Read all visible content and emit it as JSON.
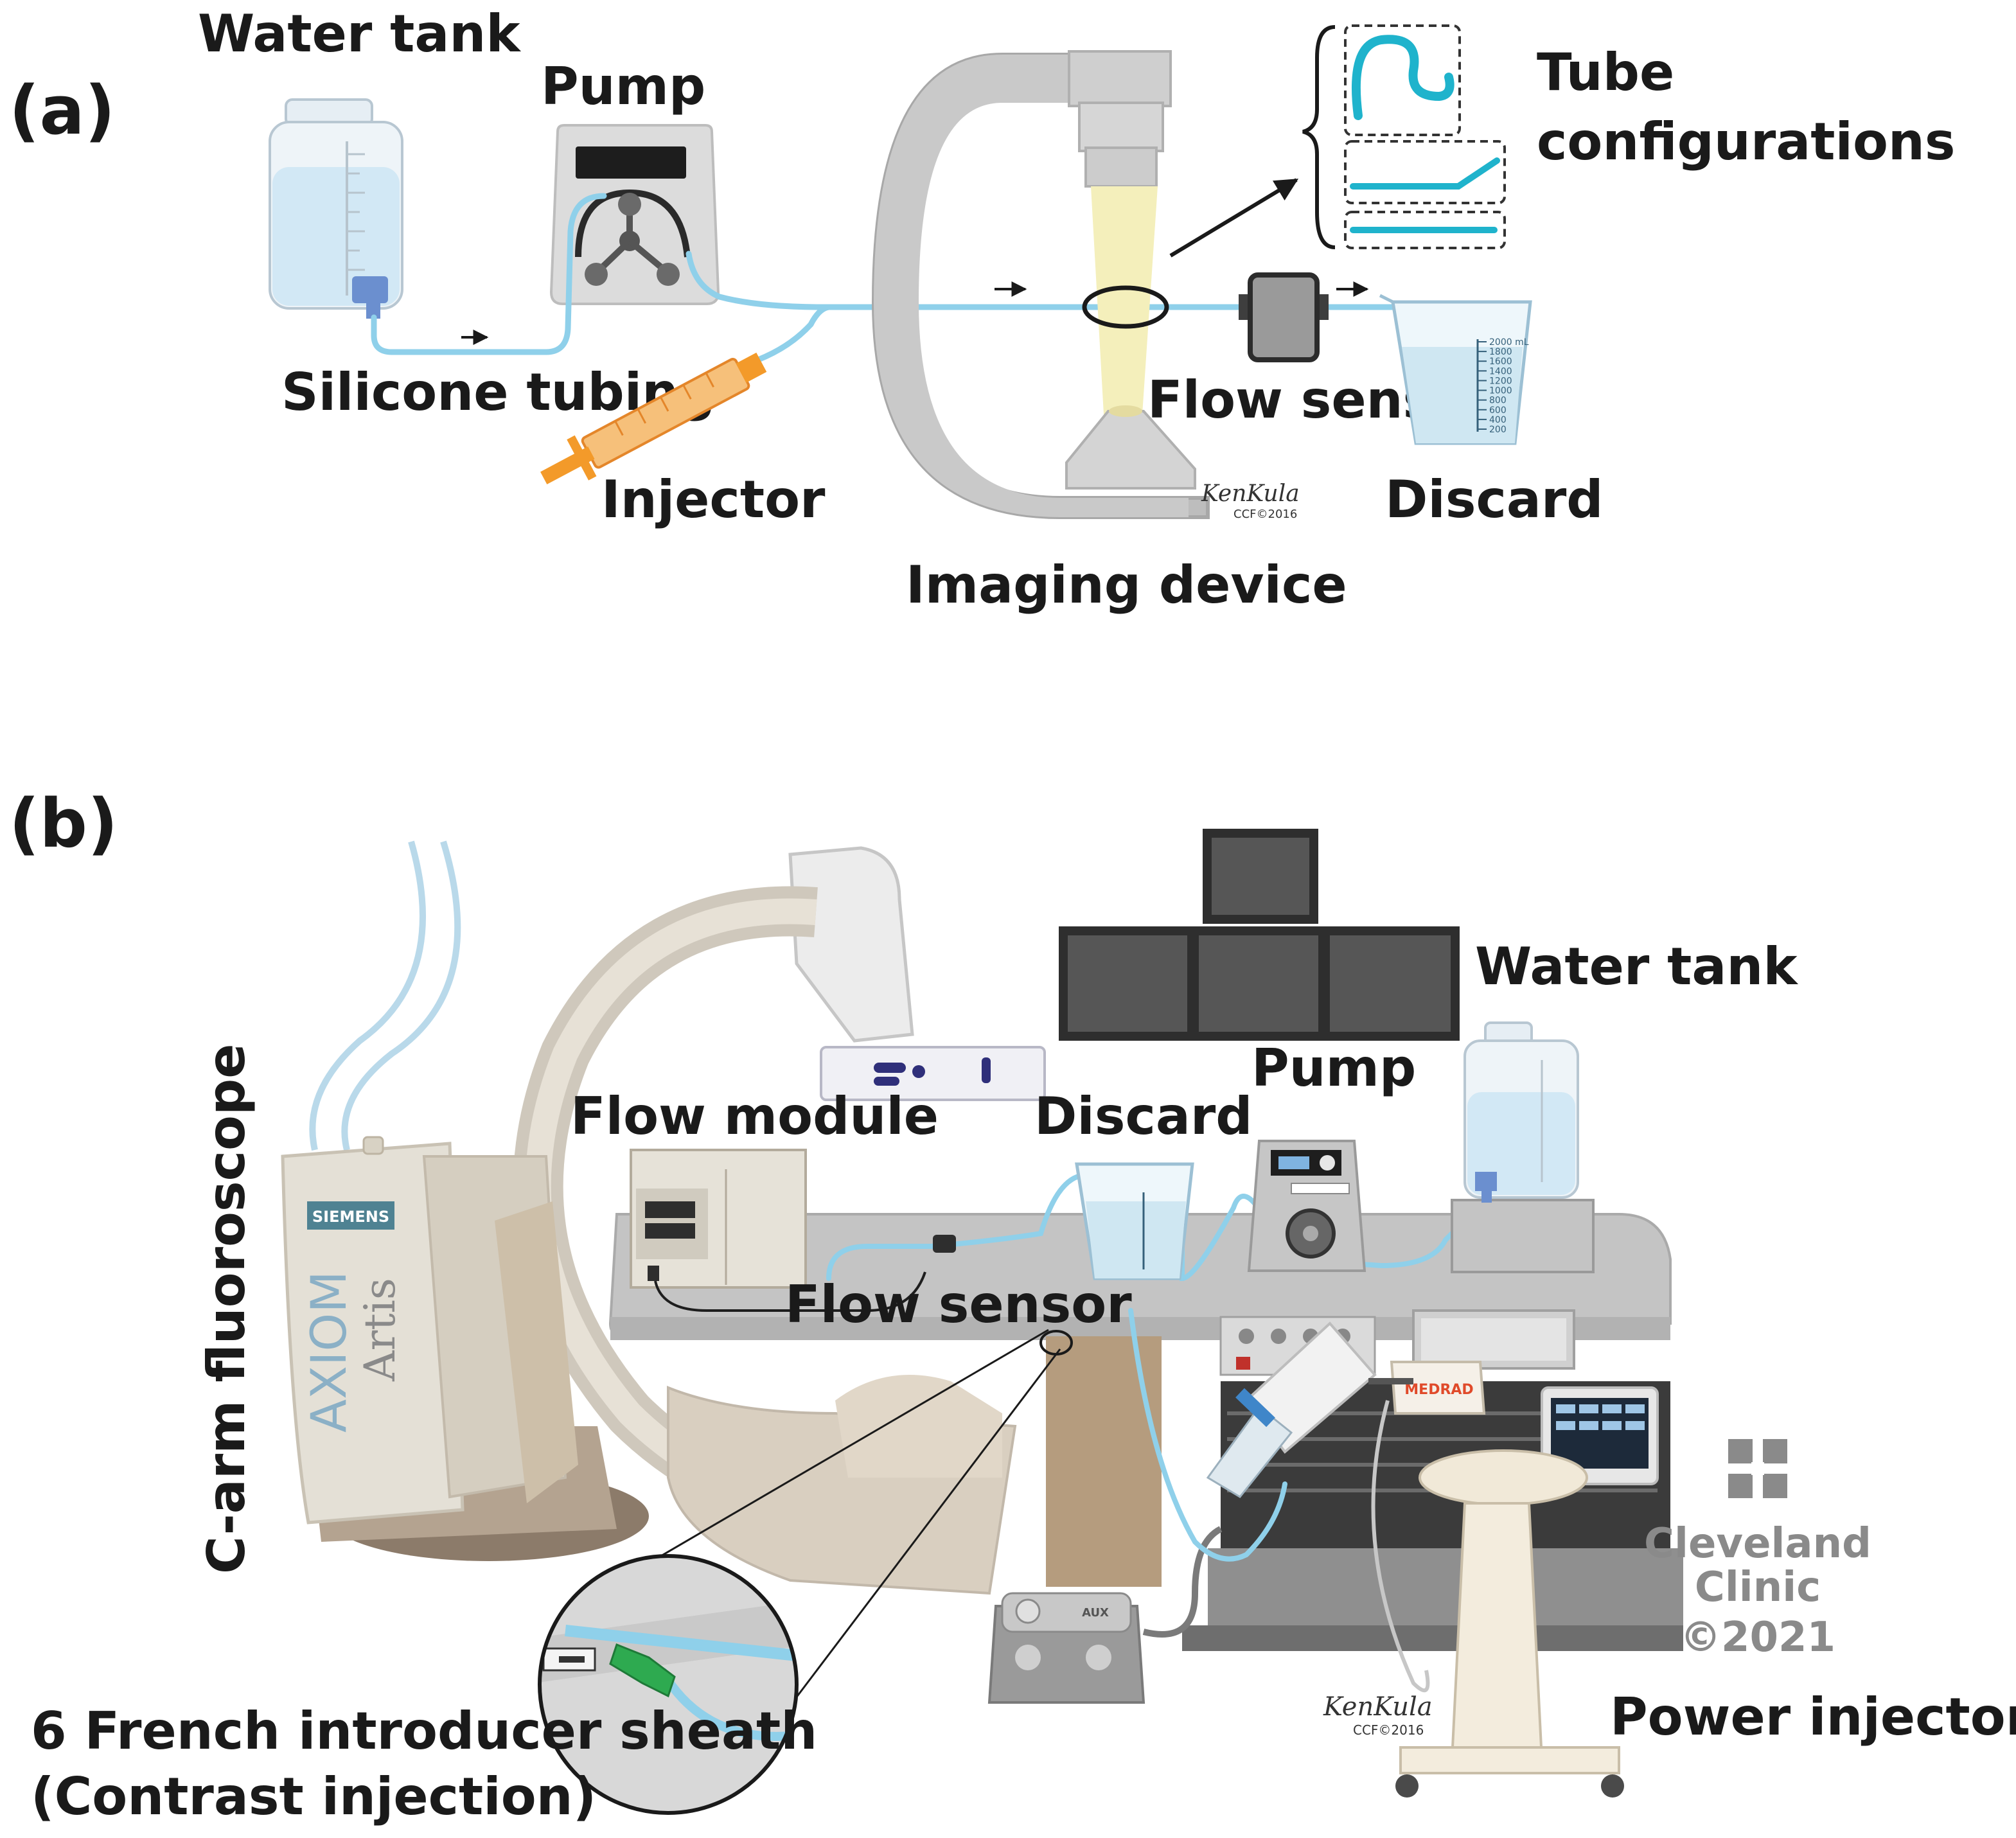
{
  "panel_a": {
    "panel_label": "(a)",
    "water_tank": "Water tank",
    "pump": "Pump",
    "silicone_tubing": "Silicone tubing",
    "injector": "Injector",
    "imaging_device": "Imaging device",
    "flow_sensor": "Flow sensor",
    "discard": "Discard",
    "tube_configurations_1": "Tube",
    "tube_configurations_2": "configurations",
    "signature": "KenKula",
    "signature_credit": "CCF©2016",
    "beaker_ticks": [
      "2000 mL",
      "1800",
      "1600",
      "1400",
      "1200",
      "1000",
      "800",
      "600",
      "400",
      "200"
    ]
  },
  "panel_b": {
    "panel_label": "(b)",
    "c_arm": "C-arm fluoroscope",
    "flow_module": "Flow module",
    "discard": "Discard",
    "pump": "Pump",
    "water_tank": "Water tank",
    "flow_sensor": "Flow sensor",
    "sheath_1": "6 French introducer sheath",
    "sheath_2": "(Contrast injection)",
    "power_injector": "Power injector",
    "siemens": "SIEMENS",
    "axiom": "AXIOM",
    "artis": "Artis",
    "medrad": "MEDRAD",
    "aux": "AUX",
    "brand_1": "Cleveland",
    "brand_2": "Clinic",
    "brand_year": "©2021",
    "signature": "KenKula",
    "signature_credit": "CCF©2016"
  },
  "colors": {
    "tubing": "#8fd0ea",
    "tube_config": "#1fb3cc",
    "injector_orange": "#f39a2a",
    "beam_yellow": "#f4efbb",
    "device_gray": "#c9c9c9",
    "monitor_dark": "#3e3e3e",
    "clinic_gray": "#8a8a8a"
  }
}
